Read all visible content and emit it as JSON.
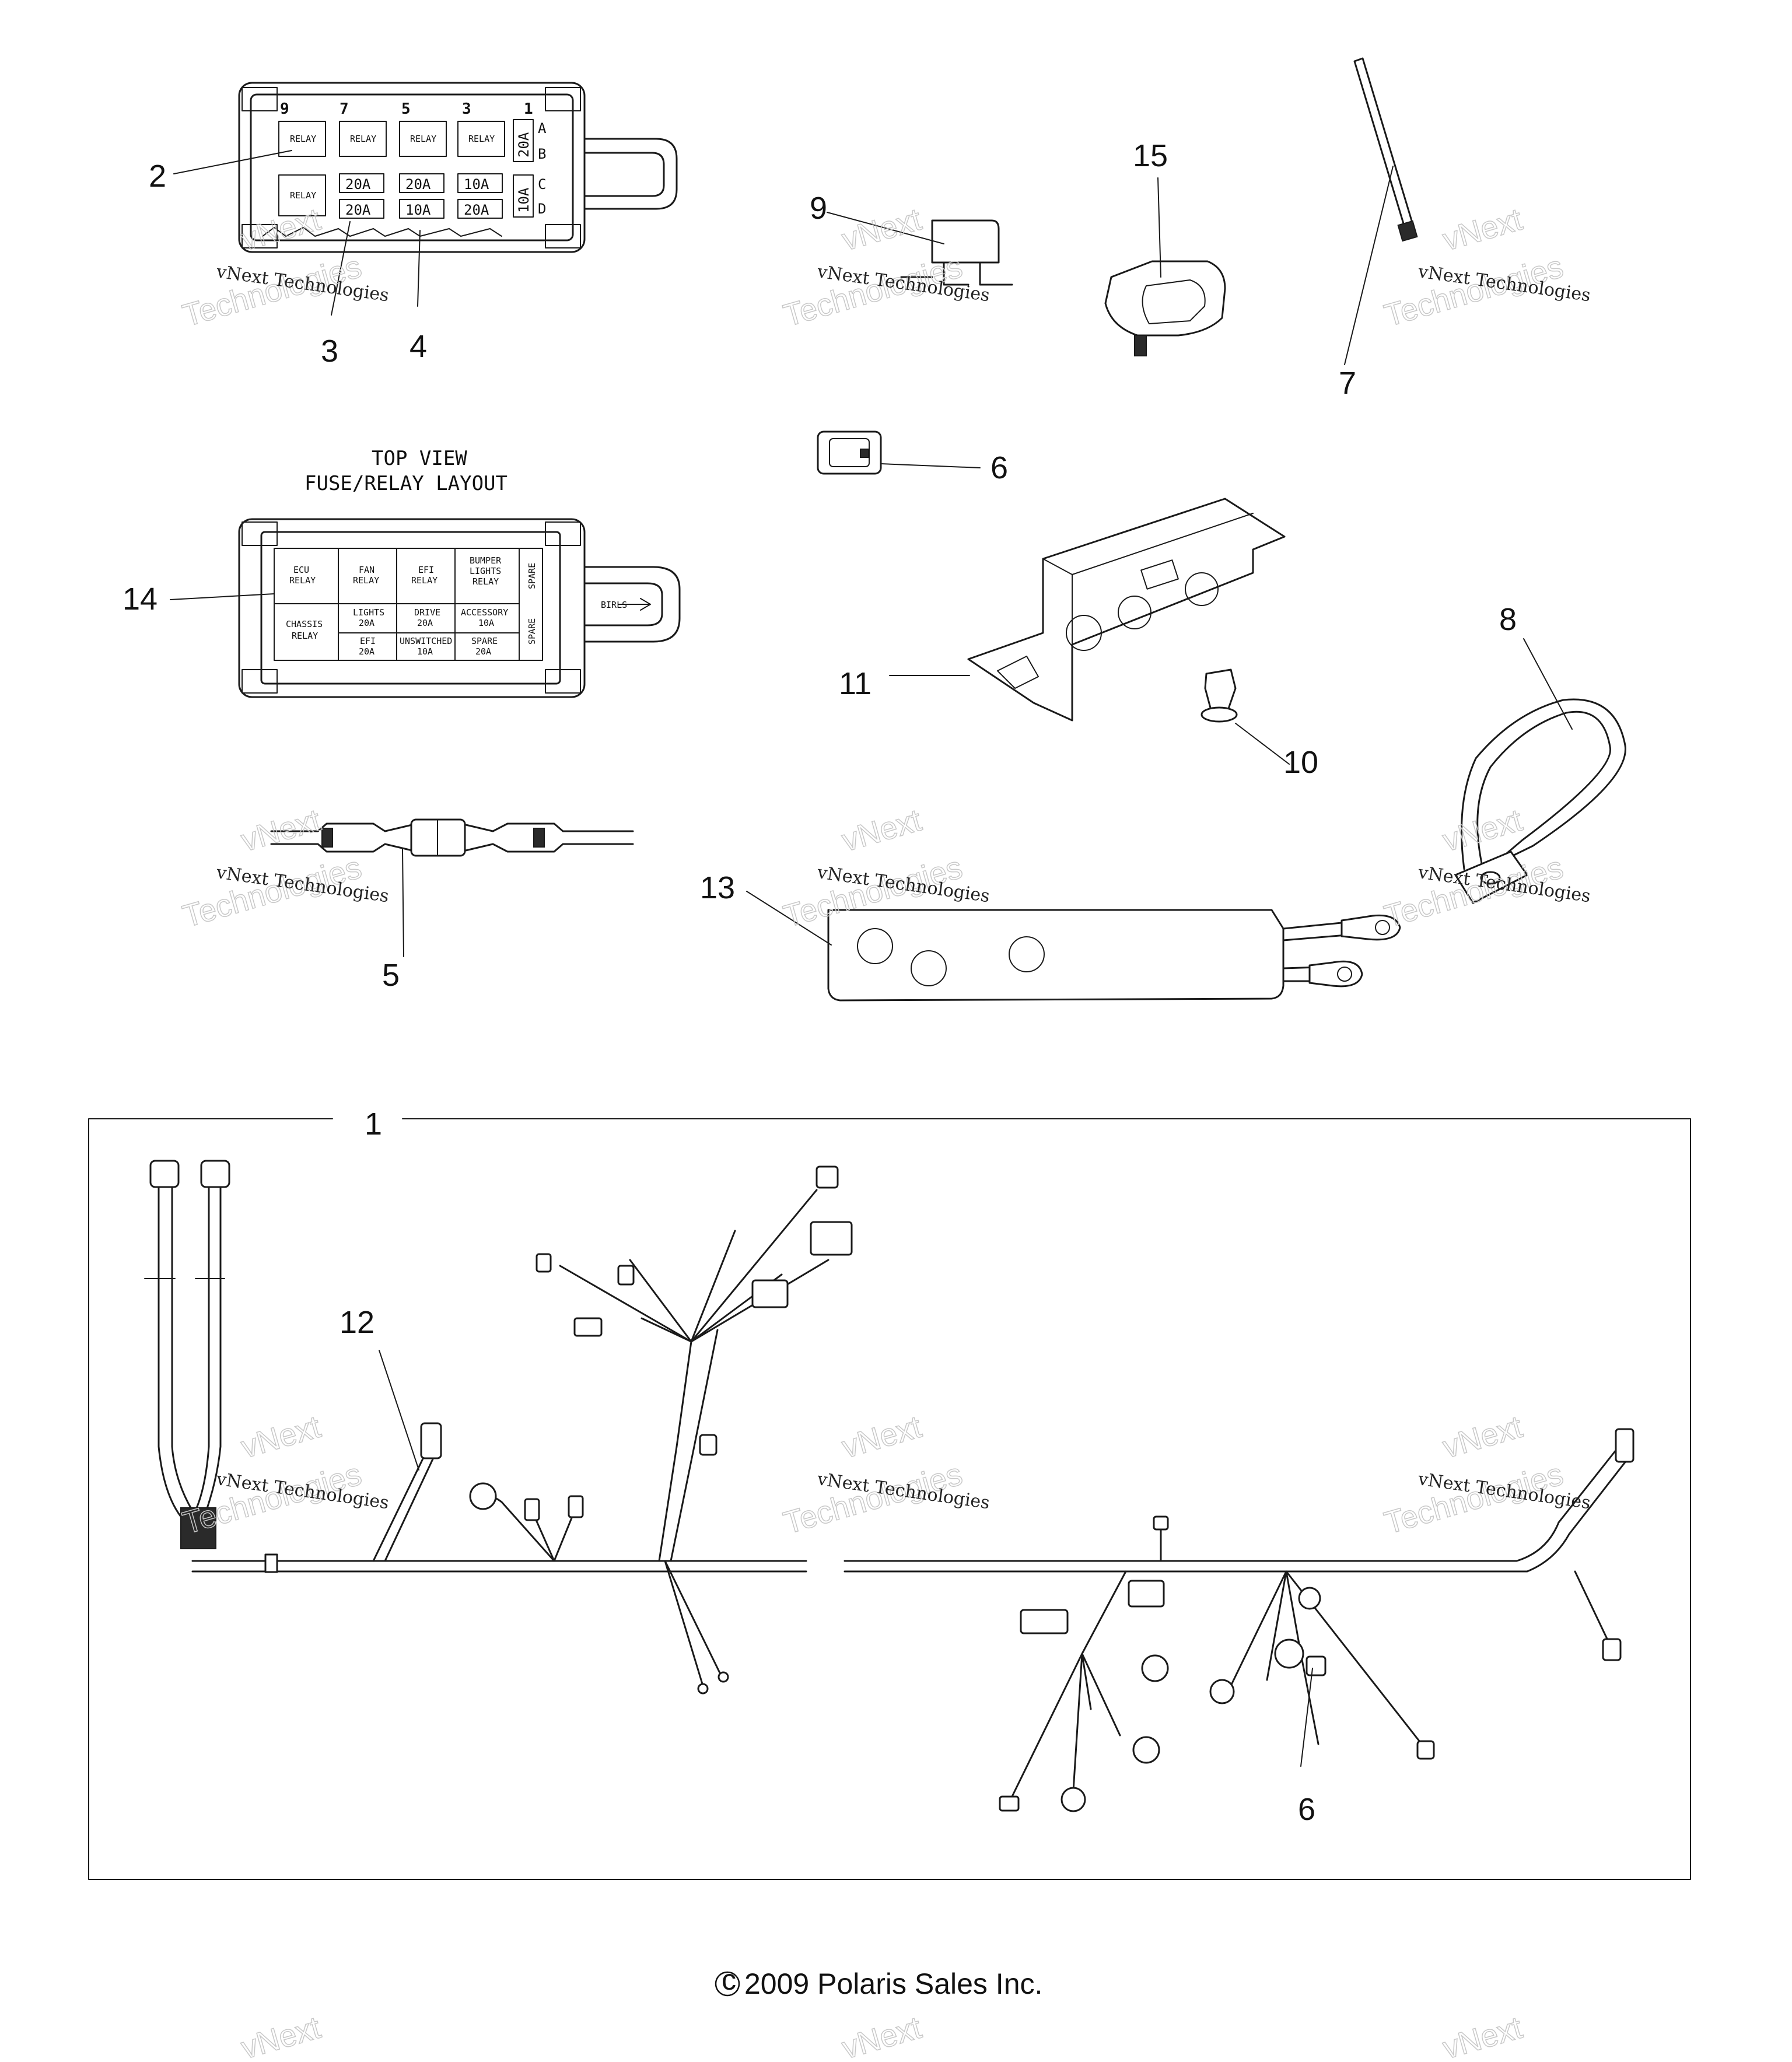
{
  "callouts": {
    "c1": "1",
    "c2": "2",
    "c3": "3",
    "c4": "4",
    "c5": "5",
    "c6a": "6",
    "c6b": "6",
    "c7": "7",
    "c8": "8",
    "c9": "9",
    "c10": "10",
    "c11": "11",
    "c12": "12",
    "c13": "13",
    "c14": "14",
    "c15": "15"
  },
  "fuse_box_top": {
    "columns": [
      "9",
      "7",
      "5",
      "3",
      "1"
    ],
    "rows": [
      "A",
      "B",
      "C",
      "D"
    ],
    "relays": [
      "RELAY",
      "RELAY",
      "RELAY",
      "RELAY",
      "RELAY"
    ],
    "fuses_row_c": [
      "20A",
      "20A",
      "10A"
    ],
    "fuses_row_d": [
      "20A",
      "10A",
      "20A"
    ],
    "side_fuse_a": "20A",
    "side_fuse_c": "10A"
  },
  "layout_view": {
    "title_line1": "TOP VIEW",
    "title_line2": "FUSE/RELAY LAYOUT",
    "cells": {
      "ecu_relay_1": "ECU",
      "ecu_relay_2": "RELAY",
      "fan_relay_1": "FAN",
      "fan_relay_2": "RELAY",
      "efi_relay_1": "EFI",
      "efi_relay_2": "RELAY",
      "bumper_1": "BUMPER",
      "bumper_2": "LIGHTS",
      "bumper_3": "RELAY",
      "spare_top": "SPARE",
      "chassis_1": "CHASSIS",
      "chassis_2": "RELAY",
      "lights_1": "LIGHTS",
      "lights_2": "20A",
      "drive_1": "DRIVE",
      "drive_2": "20A",
      "accessory_1": "ACCESSORY",
      "accessory_2": "10A",
      "spare_side": "SPARE",
      "efi_fuse_1": "EFI",
      "efi_fuse_2": "20A",
      "unswitched_1": "UNSWITCHED",
      "unswitched_2": "10A",
      "spare_fuse_1": "SPARE",
      "spare_fuse_2": "20A"
    },
    "tab_label": "BIRLS"
  },
  "watermark": {
    "line1": "vNext Technologies",
    "line2": "vNext",
    "line3": "Technologies"
  },
  "copyright": "2009 Polaris Sales Inc.",
  "copyright_symbol": "c"
}
